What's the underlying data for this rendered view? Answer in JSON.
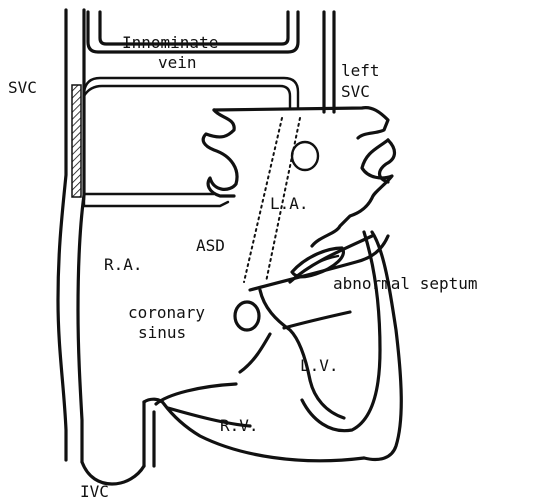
{
  "labels": {
    "innominate_vein_line1": "Innominate",
    "innominate_vein_line2": "vein",
    "svc": "SVC",
    "left_svc_line1": "left",
    "left_svc_line2": "SVC",
    "la": "L.A.",
    "asd": "ASD",
    "ra": "R.A.",
    "abnormal_septum": "abnormal septum",
    "coronary_sinus_line1": "coronary",
    "coronary_sinus_line2": "sinus",
    "lv": "L.V.",
    "rv": "R.V.",
    "ivc": "IVC"
  },
  "colors": {
    "ink": "#111111",
    "background": "#ffffff"
  }
}
